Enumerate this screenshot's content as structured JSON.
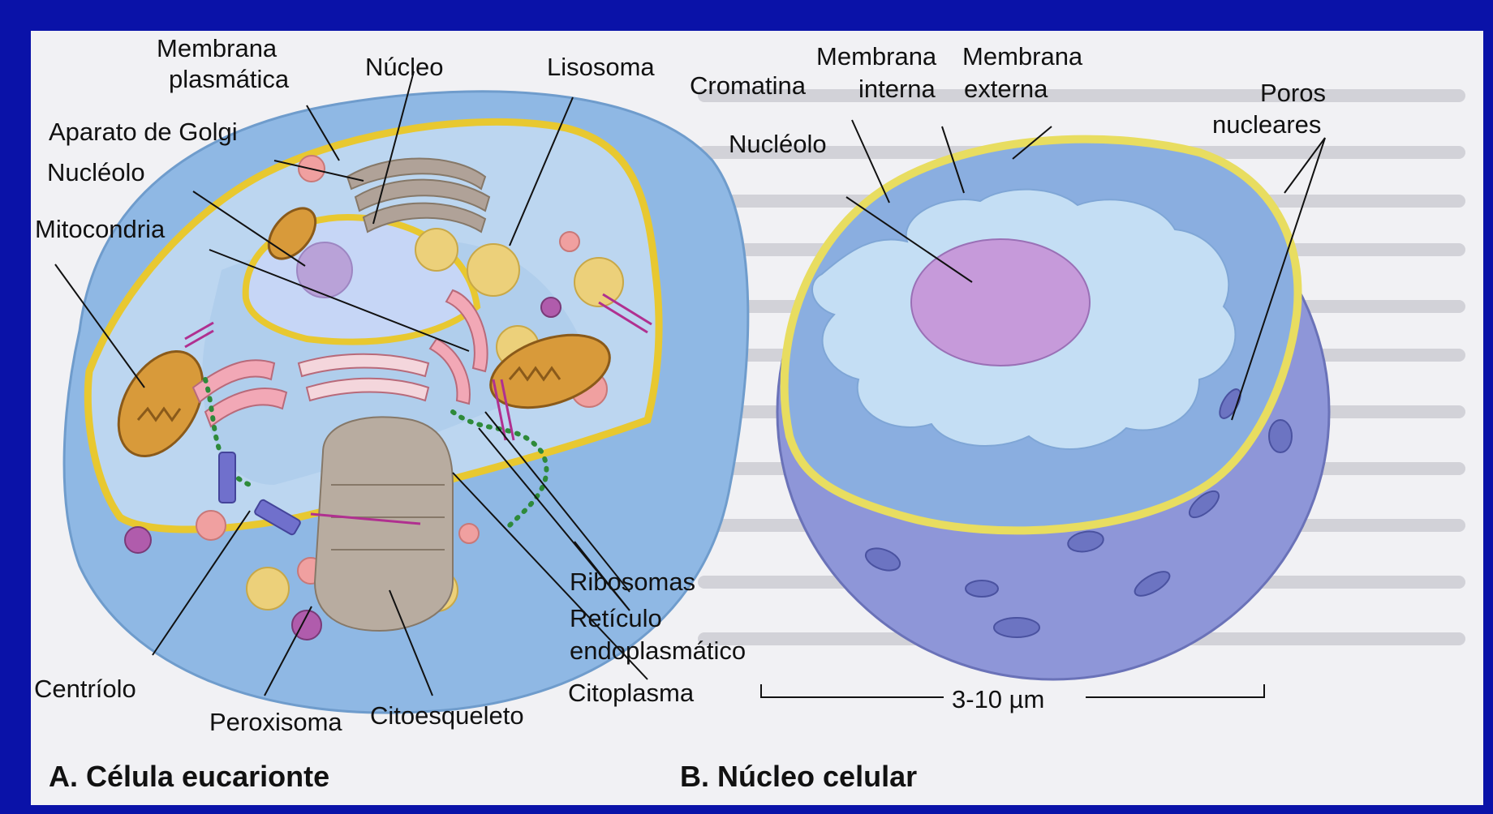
{
  "panel_a": {
    "title": "A.  Célula eucarionte",
    "labels": {
      "membrana_plasmatica_1": "Membrana",
      "membrana_plasmatica_2": "plasmática",
      "nucleo": "Núcleo",
      "lisosoma": "Lisosoma",
      "aparato_golgi": "Aparato de Golgi",
      "nucleolo": "Nucléolo",
      "mitocondria": "Mitocondria",
      "ribosomas": "Ribosomas",
      "reticulo_1": "Retículo",
      "reticulo_2": "endoplasmático",
      "citoplasma": "Citoplasma",
      "centriolo": "Centríolo",
      "peroxisoma": "Peroxisoma",
      "citoesqueleto": "Citoesqueleto"
    }
  },
  "panel_b": {
    "title": "B.  Núcleo celular",
    "labels": {
      "cromatina": "Cromatina",
      "membrana_interna_1": "Membrana",
      "membrana_interna_2": "interna",
      "membrana_externa_1": "Membrana",
      "membrana_externa_2": "externa",
      "poros_1": "Poros",
      "poros_2": "nucleares",
      "nucleolo": "Nucléolo"
    },
    "scale": "3-10 µm"
  }
}
